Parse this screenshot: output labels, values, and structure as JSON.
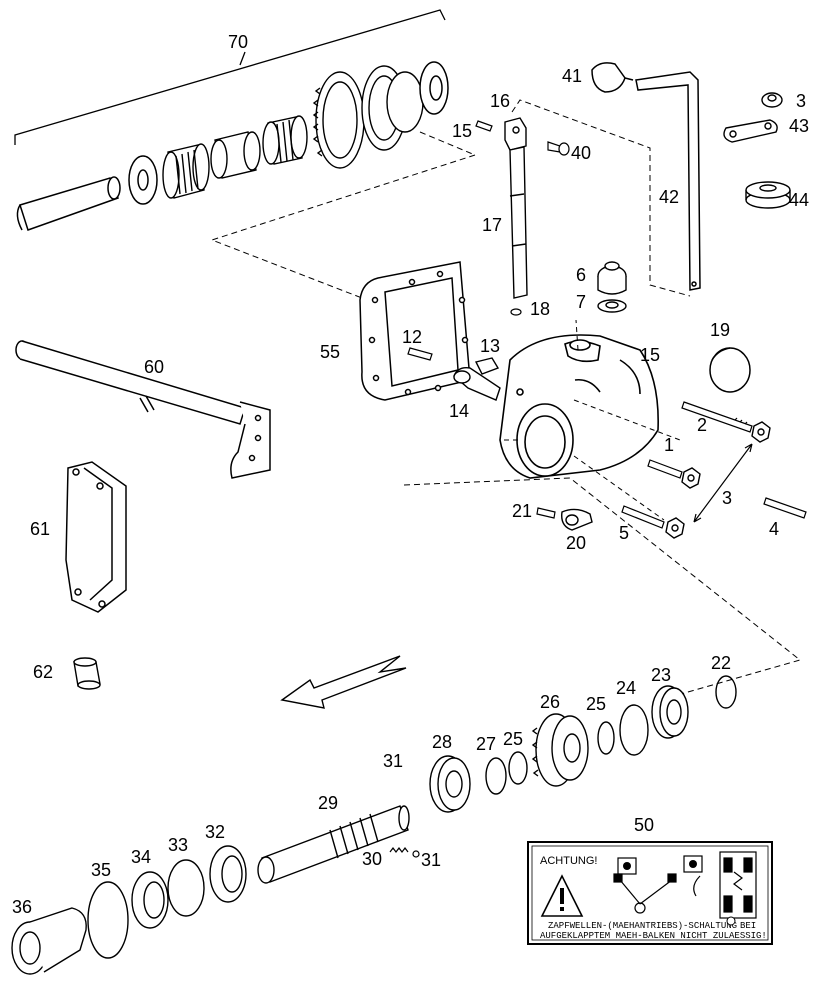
{
  "callouts": {
    "c70": "70",
    "c41": "41",
    "c16": "16",
    "c3a": "3",
    "c43": "43",
    "c15a": "15",
    "c40": "40",
    "c42": "42",
    "c44": "44",
    "c17": "17",
    "c6": "6",
    "c7": "7",
    "c18": "18",
    "c19": "19",
    "c55": "55",
    "c12": "12",
    "c13": "13",
    "c15b": "15",
    "c60": "60",
    "c14": "14",
    "c2": "2",
    "c1": "1",
    "c3b": "3",
    "c61": "61",
    "c21": "21",
    "c5": "5",
    "c4": "4",
    "c20": "20",
    "c62": "62",
    "c22": "22",
    "c23": "23",
    "c24": "24",
    "c26": "26",
    "c25a": "25",
    "c28": "28",
    "c27": "27",
    "c25b": "25",
    "c31a": "31",
    "c29": "29",
    "c50": "50",
    "c32": "32",
    "c33": "33",
    "c34": "34",
    "c30": "30",
    "c31b": "31",
    "c35": "35",
    "c36": "36"
  },
  "warning_label": {
    "heading": "ACHTUNG!",
    "line1": "ZAPFWELLEN-(MAEHANTRIEBS)-SCHALTUNG",
    "line1_end": "BEI",
    "line2": "AUFGEKLAPPTEM MAEH-BALKEN NICHT ZULAESSIG!"
  }
}
